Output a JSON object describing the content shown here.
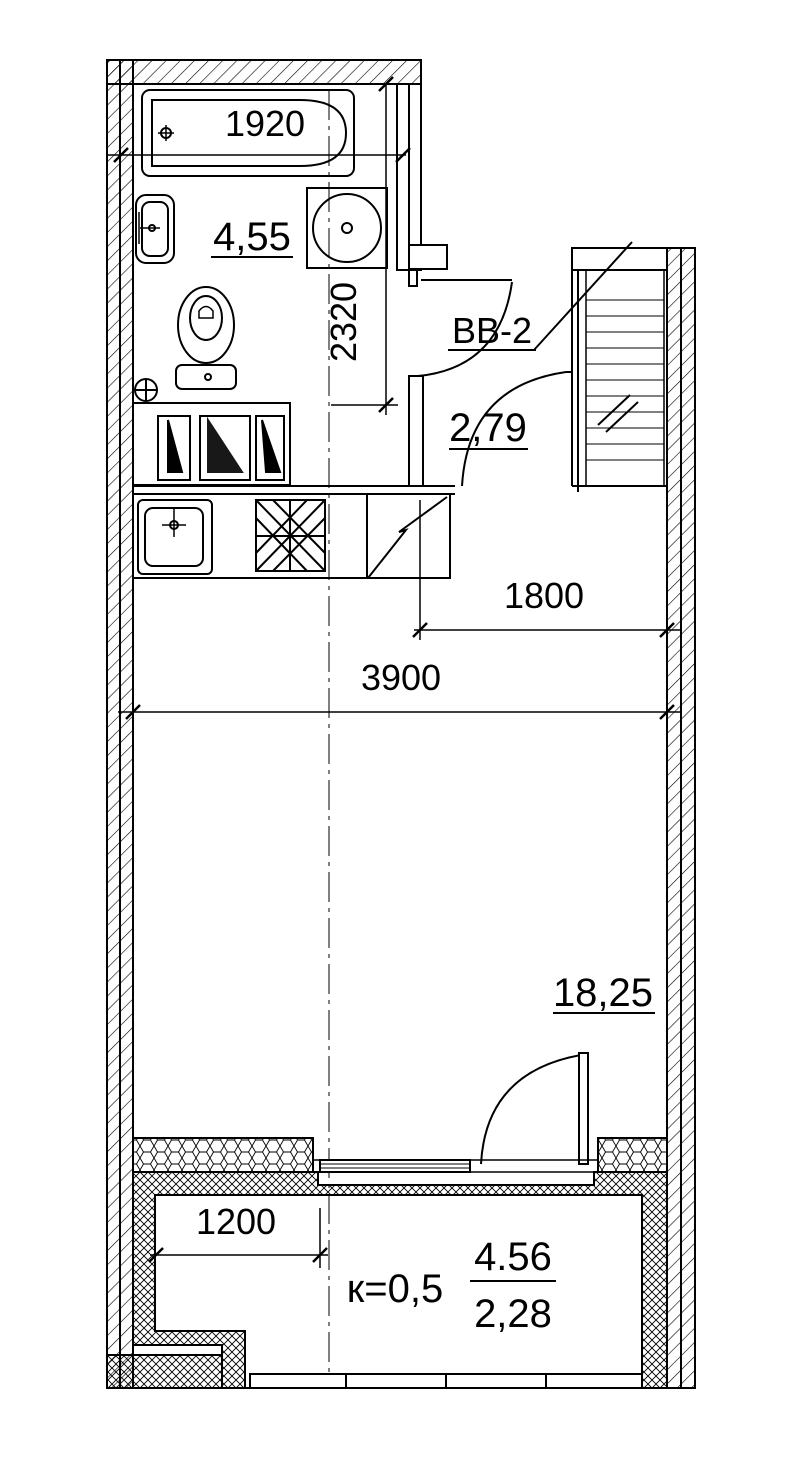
{
  "bathroom": {
    "area": "4,55",
    "bathtub_length": "1920",
    "height_dim": "2320"
  },
  "hallway": {
    "area": "2,79",
    "vent_label": "ВВ-2",
    "dim_1800": "1800"
  },
  "room": {
    "width_dim": "3900",
    "area": "18,25"
  },
  "balcony": {
    "depth_dim": "1200",
    "coefficient": "к=0,5",
    "area_full": "4.56",
    "area_reduced": "2,28"
  },
  "colors": {
    "line": "#000000",
    "background": "#ffffff"
  }
}
